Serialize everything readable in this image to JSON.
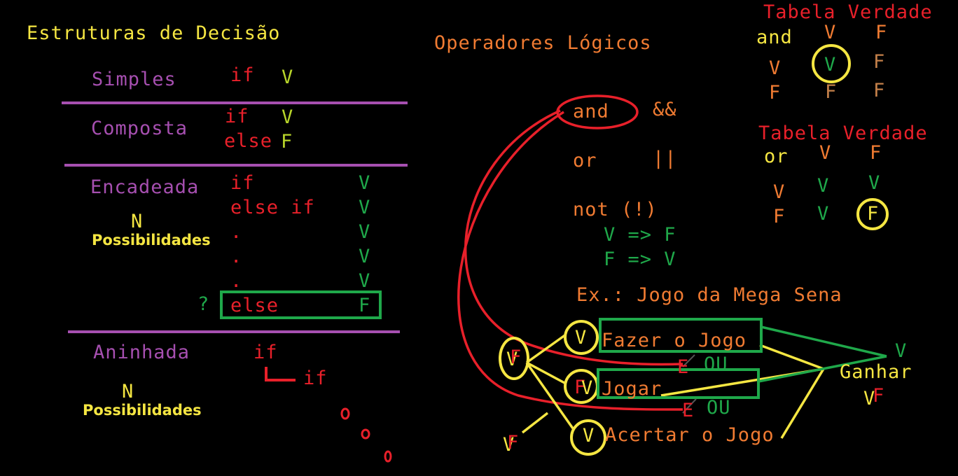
{
  "colors": {
    "yellow": "#f5e642",
    "purple": "#a64fb0",
    "red": "#e8202a",
    "green": "#1fa84a",
    "orange": "#f07b32",
    "lime": "#b8d52a",
    "tan": "#c4804a",
    "brown_orange": "#d2893f"
  },
  "left": {
    "title": "Estruturas de Decisão",
    "simples": {
      "label": "Simples",
      "if": "if",
      "v": "V"
    },
    "composta": {
      "label": "Composta",
      "if": "if",
      "else": "else",
      "v": "V",
      "f": "F"
    },
    "encadeada": {
      "label": "Encadeada",
      "n": "N",
      "possibilidades": "Possibilidades",
      "rows": [
        "if",
        "else if",
        ".",
        ".",
        ".",
        "else"
      ],
      "values": [
        "V",
        "V",
        "V",
        "V",
        "V",
        "F"
      ],
      "question": "?"
    },
    "aninhada": {
      "label": "Aninhada",
      "if_outer": "if",
      "if_inner": "if",
      "n": "N",
      "possibilidades": "Possibilidades"
    }
  },
  "middle": {
    "title": "Operadores Lógicos",
    "and": "and",
    "and_symbol": "&&",
    "or": "or",
    "or_symbol": "||",
    "not": "not (!)",
    "not_rule_1": "V => F",
    "not_rule_2": "F => V",
    "example_title": "Ex.: Jogo da Mega Sena",
    "fazer": "Fazer o Jogo",
    "jogar": "Jogar",
    "acertar": "Acertar o Jogo",
    "ganhar": "Ganhar",
    "ou_1": "OU",
    "ou_2": "OU",
    "e_1": "E",
    "e_2": "E",
    "circle_fazer": "V",
    "circle_jogar": "V",
    "circle_jogar_red": "F",
    "circle_acertar": "V",
    "circle_left": "V",
    "circle_left_red": "F",
    "bottom_left_v": "V",
    "bottom_left_f": "F",
    "ganhar_v_top": "V",
    "ganhar_v_bottom": "V",
    "ganhar_f_bottom": "F"
  },
  "tables": {
    "and_table": {
      "title": "Tabela Verdade",
      "op": "and",
      "col_headers": [
        "V",
        "F"
      ],
      "row_headers": [
        "V",
        "F"
      ],
      "cells": [
        [
          "V",
          "F"
        ],
        [
          "F",
          "F"
        ]
      ]
    },
    "or_table": {
      "title": "Tabela Verdade",
      "op": "or",
      "col_headers": [
        "V",
        "F"
      ],
      "row_headers": [
        "V",
        "F"
      ],
      "cells": [
        [
          "V",
          "V"
        ],
        [
          "V",
          "F"
        ]
      ]
    }
  }
}
